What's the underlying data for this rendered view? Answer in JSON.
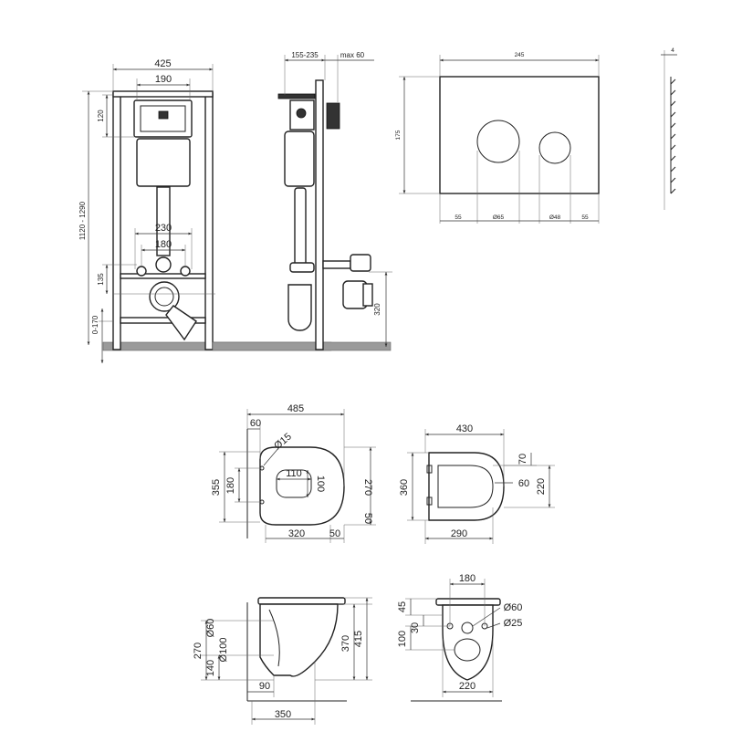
{
  "frame_front": {
    "width": "425",
    "cistern_width": "190",
    "top_height": "120",
    "total_height": "1120 - 1290",
    "pipe_spacing_outer": "230",
    "pipe_spacing_inner": "180",
    "outlet_height": "135",
    "foot_adjust": "0-170"
  },
  "frame_side": {
    "depth": "155-235",
    "max_wall": "max 60",
    "outlet_height": "320"
  },
  "flush_plate": {
    "width": "245",
    "height": "175",
    "thickness": "4",
    "margin_left": "55",
    "big_button": "Ø65",
    "small_button": "Ø48",
    "margin_right": "55"
  },
  "bowl_top": {
    "length": "485",
    "wall_offset": "60",
    "hole_d": "Ø15",
    "inner_w": "110",
    "inner_h": "100",
    "overall_w": "355",
    "bolt_spacing": "180",
    "right_h": "270",
    "right_small": "50",
    "bottom_len": "320",
    "bottom_small": "50"
  },
  "seat_top": {
    "length": "430",
    "width": "360",
    "d70": "70",
    "d60": "60",
    "d220": "220",
    "d290": "290"
  },
  "bowl_side": {
    "d_pipe_top": "Ø60",
    "d_pipe_bottom": "Ø100",
    "h270": "270",
    "h140": "140",
    "h370": "370",
    "h415": "415",
    "d90": "90",
    "d350": "350"
  },
  "bowl_back": {
    "w180": "180",
    "h45": "45",
    "h30": "30",
    "h100": "100",
    "d60": "Ø60",
    "d25": "Ø25",
    "w220": "220"
  }
}
